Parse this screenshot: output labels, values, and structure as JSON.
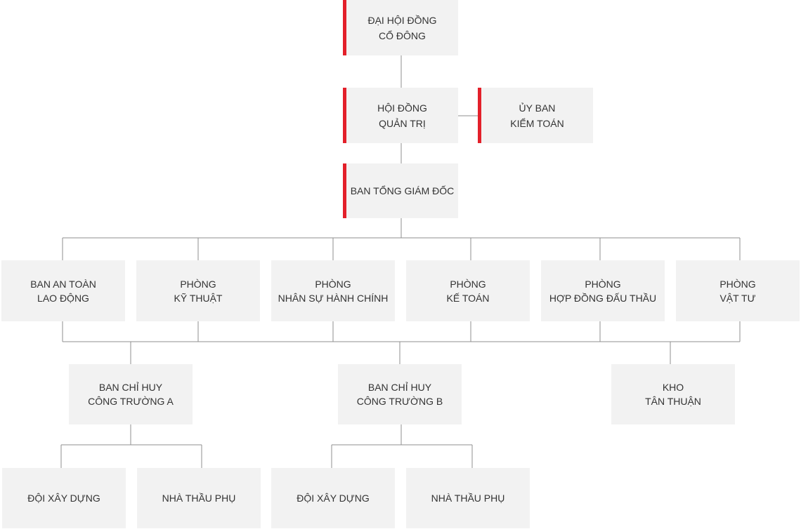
{
  "accent_color": "#e3202a",
  "box_color": "#f2f2f2",
  "connector_color": "#8f8f8f",
  "text_color": "#333333",
  "nodes": {
    "shareholders": {
      "line1": "ĐẠI HỘI ĐỒNG",
      "line2": "CỔ ĐÔNG"
    },
    "board": {
      "line1": "HỘI ĐỒNG",
      "line2": "QUẢN TRỊ"
    },
    "audit": {
      "line1": "ỦY BAN",
      "line2": "KIỂM TOÁN"
    },
    "ceo": {
      "line1": "BAN TỔNG GIÁM ĐỐC"
    },
    "safety": {
      "line1": "BAN AN TOÀN",
      "line2": "LAO ĐỘNG"
    },
    "technical": {
      "line1": "PHÒNG",
      "line2": "KỸ THUẬT"
    },
    "hr_admin": {
      "line1": "PHÒNG",
      "line2": "NHÂN SỰ HÀNH CHÍNH"
    },
    "accounting": {
      "line1": "PHÒNG",
      "line2": "KẾ TOÁN"
    },
    "contracts": {
      "line1": "PHÒNG",
      "line2": "HỢP ĐỒNG ĐẤU THẦU"
    },
    "materials": {
      "line1": "PHÒNG",
      "line2": "VẬT TƯ"
    },
    "site_a": {
      "line1": "BAN CHỈ HUY",
      "line2": "CÔNG TRƯỜNG A"
    },
    "site_b": {
      "line1": "BAN CHỈ HUY",
      "line2": "CÔNG TRƯỜNG B"
    },
    "warehouse": {
      "line1": "KHO",
      "line2": "TÂN THUẬN"
    },
    "team_a": {
      "line1": "ĐỘI XÂY DỰNG"
    },
    "subcontractor_a": {
      "line1": "NHÀ THẦU PHỤ"
    },
    "team_b": {
      "line1": "ĐỘI XÂY DỰNG"
    },
    "subcontractor_b": {
      "line1": "NHÀ THẦU PHỤ"
    }
  }
}
